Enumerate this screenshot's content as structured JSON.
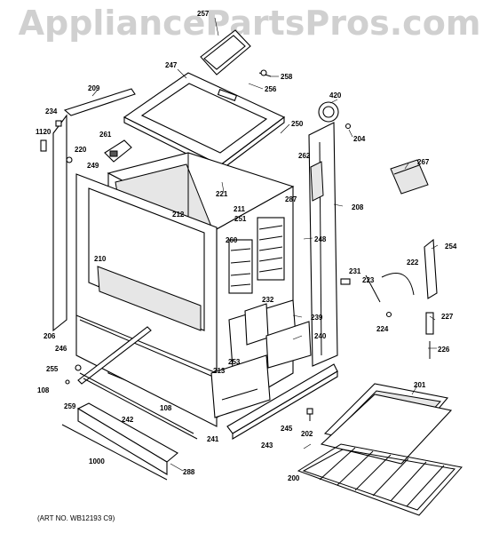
{
  "watermark": "AppliancePartsPros.com",
  "art_number": "(ART NO. WB12193 C9)",
  "callouts": [
    {
      "id": "257",
      "text": "257"
    },
    {
      "id": "247",
      "text": "247"
    },
    {
      "id": "258",
      "text": "258"
    },
    {
      "id": "256",
      "text": "256"
    },
    {
      "id": "209",
      "text": "209"
    },
    {
      "id": "420",
      "text": "420"
    },
    {
      "id": "234",
      "text": "234"
    },
    {
      "id": "1120",
      "text": "1120"
    },
    {
      "id": "220",
      "text": "220"
    },
    {
      "id": "261",
      "text": "261"
    },
    {
      "id": "250",
      "text": "250"
    },
    {
      "id": "204",
      "text": "204"
    },
    {
      "id": "249",
      "text": "249"
    },
    {
      "id": "262",
      "text": "262"
    },
    {
      "id": "267",
      "text": "267"
    },
    {
      "id": "221",
      "text": "221"
    },
    {
      "id": "211",
      "text": "211"
    },
    {
      "id": "287",
      "text": "287"
    },
    {
      "id": "208",
      "text": "208"
    },
    {
      "id": "212",
      "text": "212"
    },
    {
      "id": "251",
      "text": "251"
    },
    {
      "id": "260",
      "text": "260"
    },
    {
      "id": "248",
      "text": "248"
    },
    {
      "id": "254",
      "text": "254"
    },
    {
      "id": "210",
      "text": "210"
    },
    {
      "id": "222",
      "text": "222"
    },
    {
      "id": "231",
      "text": "231"
    },
    {
      "id": "223",
      "text": "223"
    },
    {
      "id": "232",
      "text": "232"
    },
    {
      "id": "239",
      "text": "239"
    },
    {
      "id": "227",
      "text": "227"
    },
    {
      "id": "224",
      "text": "224"
    },
    {
      "id": "206",
      "text": "206"
    },
    {
      "id": "246",
      "text": "246"
    },
    {
      "id": "240",
      "text": "240"
    },
    {
      "id": "226",
      "text": "226"
    },
    {
      "id": "255",
      "text": "255"
    },
    {
      "id": "253",
      "text": "253"
    },
    {
      "id": "213",
      "text": "213"
    },
    {
      "id": "108a",
      "text": "108"
    },
    {
      "id": "201",
      "text": "201"
    },
    {
      "id": "259",
      "text": "259"
    },
    {
      "id": "108b",
      "text": "108"
    },
    {
      "id": "242",
      "text": "242"
    },
    {
      "id": "245",
      "text": "245"
    },
    {
      "id": "202",
      "text": "202"
    },
    {
      "id": "241",
      "text": "241"
    },
    {
      "id": "243",
      "text": "243"
    },
    {
      "id": "1000",
      "text": "1000"
    },
    {
      "id": "288",
      "text": "288"
    },
    {
      "id": "200",
      "text": "200"
    }
  ]
}
